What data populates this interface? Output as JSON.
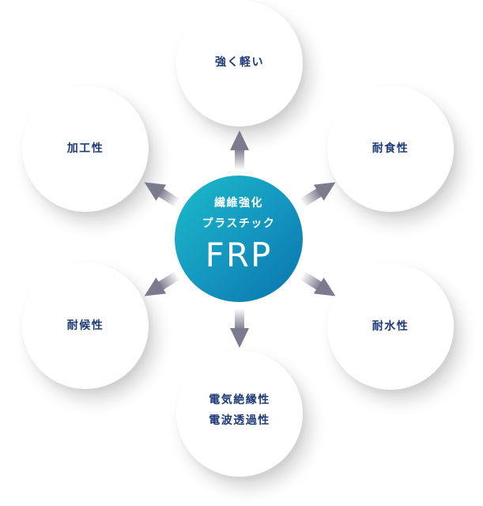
{
  "diagram": {
    "center": {
      "line1": "繊維強化",
      "line2": "プラスチック",
      "title": "FRP"
    },
    "properties": [
      {
        "id": "top",
        "lines": [
          "強く軽い"
        ]
      },
      {
        "id": "right-top",
        "lines": [
          "耐食性"
        ]
      },
      {
        "id": "right-bottom",
        "lines": [
          "耐水性"
        ]
      },
      {
        "id": "bottom",
        "lines": [
          "電気絶縁性",
          "電波透過性"
        ]
      },
      {
        "id": "left-bottom",
        "lines": [
          "耐候性"
        ]
      },
      {
        "id": "left-top",
        "lines": [
          "加工性"
        ]
      }
    ],
    "colors": {
      "label_text": "#1d3a78",
      "center_gradient_start": "#1cbcc9",
      "center_gradient_end": "#0b74ae",
      "arrow": "#7a7b8d",
      "node_fill": "#ffffff"
    }
  }
}
